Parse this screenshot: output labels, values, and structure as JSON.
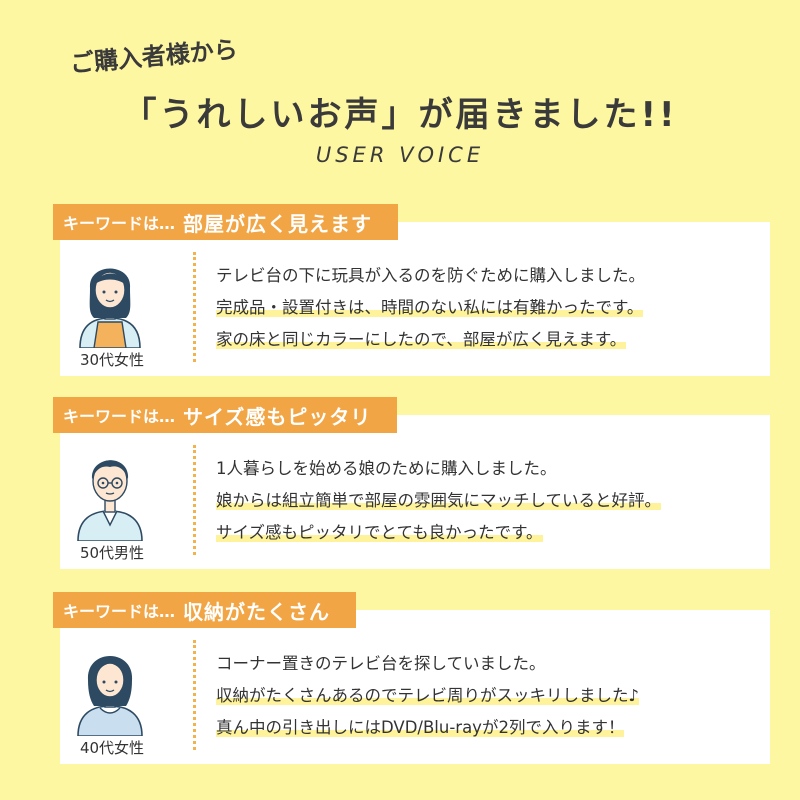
{
  "header": {
    "title_line1": "ご購入者様から",
    "title_line2": "「うれしいお声」が届きました!!",
    "subtitle": "USER VOICE"
  },
  "cards": [
    {
      "keyword_prefix": "キーワードは…",
      "keyword": "部屋が広く見えます",
      "reviewer": "30代女性",
      "avatar_icon": "woman-apron-icon",
      "lines": [
        "テレビ台の下に玩具が入るのを防ぐために購入しました。",
        "完成品・設置付きは、時間のない私には有難かったです。",
        "家の床と同じカラーにしたので、部屋が広く見えます。"
      ]
    },
    {
      "keyword_prefix": "キーワードは…",
      "keyword": "サイズ感もピッタリ",
      "reviewer": "50代男性",
      "avatar_icon": "man-glasses-icon",
      "lines": [
        "1人暮らしを始める娘のために購入しました。",
        "娘からは組立簡単で部屋の雰囲気にマッチしていると好評。",
        "サイズ感もピッタリでとても良かったです。"
      ]
    },
    {
      "keyword_prefix": "キーワードは…",
      "keyword": "収納がたくさん",
      "reviewer": "40代女性",
      "avatar_icon": "woman-cardigan-icon",
      "lines": [
        "コーナー置きのテレビ台を探していました。",
        "収納がたくさんあるのでテレビ周りがスッキリしました♪",
        "真ん中の引き出しにはDVD/Blu-rayが2列で入ります！"
      ]
    }
  ],
  "colors": {
    "background": "#fef7a1",
    "label": "#f2a545",
    "highlight": "#fef39a",
    "avatar_fill": "#d8eef5",
    "avatar_line": "#2d4a62"
  }
}
